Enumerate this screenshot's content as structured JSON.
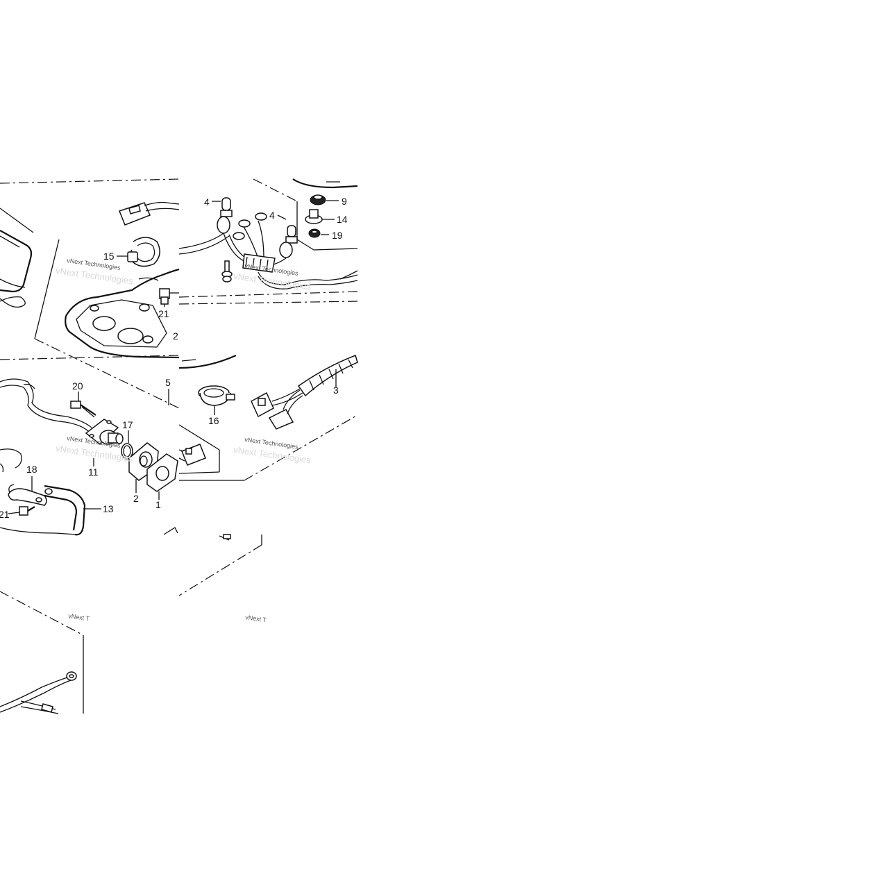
{
  "diagram": {
    "callouts": [
      {
        "id": "c4a",
        "text": "4"
      },
      {
        "id": "c4b",
        "text": "4"
      },
      {
        "id": "c9",
        "text": "9"
      },
      {
        "id": "c14",
        "text": "14"
      },
      {
        "id": "c19",
        "text": "19"
      },
      {
        "id": "c15",
        "text": "15"
      },
      {
        "id": "c21a",
        "text": "21"
      },
      {
        "id": "c2a",
        "text": "2"
      },
      {
        "id": "c20",
        "text": "20"
      },
      {
        "id": "c5",
        "text": "5"
      },
      {
        "id": "c17",
        "text": "17"
      },
      {
        "id": "c16",
        "text": "16"
      },
      {
        "id": "c3",
        "text": "3"
      },
      {
        "id": "c11",
        "text": "11"
      },
      {
        "id": "c18",
        "text": "18"
      },
      {
        "id": "c2b",
        "text": "2"
      },
      {
        "id": "c1",
        "text": "1"
      },
      {
        "id": "c13",
        "text": "13"
      },
      {
        "id": "c21b",
        "text": "21"
      }
    ],
    "watermark": {
      "text_full": "vNext Technologies",
      "text_cut": "vNext T",
      "text_cut2": "vNext T"
    }
  }
}
